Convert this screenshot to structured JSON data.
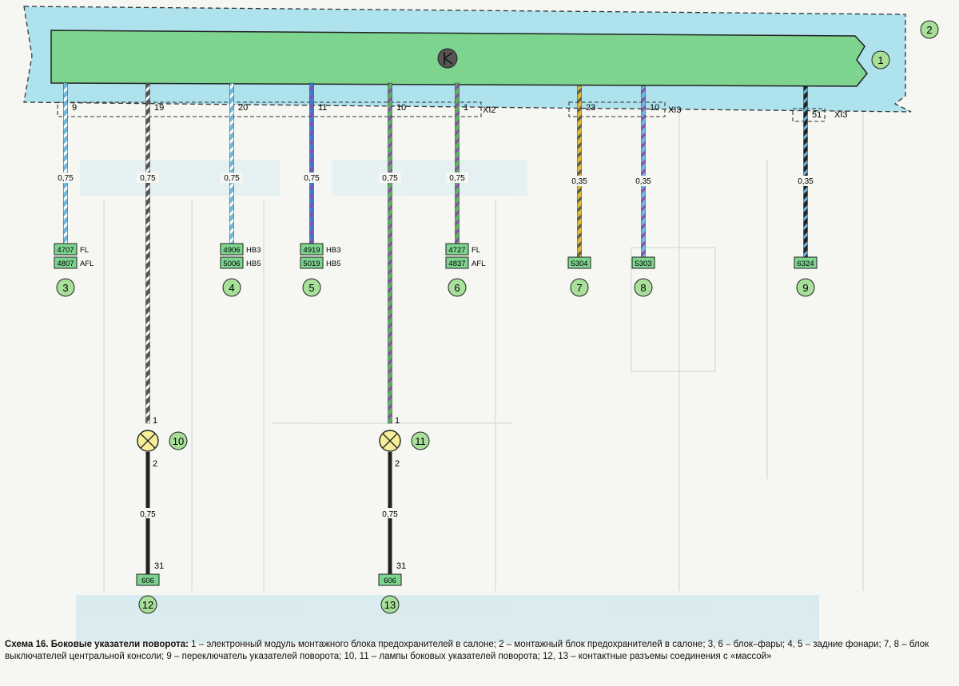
{
  "diagram": {
    "block_label": "1",
    "outer_label": "2",
    "connector_labels": [
      "XI2",
      "XI3",
      "XI3"
    ],
    "wires": [
      {
        "pin": "9",
        "gauge": "0,75",
        "colors": [
          "#6fb9dc",
          "#ffffff"
        ]
      },
      {
        "pin": "19",
        "gauge": "0,75",
        "colors": [
          "#555555",
          "#ffffff"
        ]
      },
      {
        "pin": "20",
        "gauge": "0,75",
        "colors": [
          "#6fb9dc",
          "#ffffff"
        ]
      },
      {
        "pin": "11",
        "gauge": "0,75",
        "colors": [
          "#3a7fd0",
          "#8a4ca8"
        ]
      },
      {
        "pin": "10",
        "gauge": "0,75",
        "colors": [
          "#59b45a",
          "#8a4ca8"
        ]
      },
      {
        "pin": "1",
        "gauge": "0,75",
        "colors": [
          "#59b45a",
          "#8a4ca8"
        ]
      },
      {
        "pin": "23",
        "gauge": "0,35",
        "colors": [
          "#e2bd34",
          "#555555"
        ]
      },
      {
        "pin": "10",
        "gauge": "0,35",
        "colors": [
          "#6fb9dc",
          "#8a4ca8"
        ]
      },
      {
        "pin": "51",
        "gauge": "0,35",
        "colors": [
          "#222222",
          "#6fb9dc"
        ]
      }
    ],
    "terminals": [
      {
        "codes": [
          "4707",
          "4807"
        ],
        "tags": [
          "FL",
          "AFL"
        ],
        "label": "3"
      },
      {
        "codes": [
          "4906",
          "5006"
        ],
        "tags": [
          "HB3",
          "HB5"
        ],
        "label": "4"
      },
      {
        "codes": [
          "4919",
          "5019"
        ],
        "tags": [
          "HB3",
          "HB5"
        ],
        "label": "5"
      },
      {
        "codes": [
          "4727",
          "4837"
        ],
        "tags": [
          "FL",
          "AFL"
        ],
        "label": "6"
      },
      {
        "codes": [
          "5304"
        ],
        "tags": [],
        "label": "7"
      },
      {
        "codes": [
          "5303"
        ],
        "tags": [],
        "label": "8"
      },
      {
        "codes": [
          "6324"
        ],
        "tags": [],
        "label": "9"
      }
    ],
    "lamps": [
      {
        "label": "10",
        "pin_top": "1",
        "pin_bottom": "2",
        "gauge": "0,75",
        "ground_pin": "31",
        "ground_code": "606",
        "ground_label": "12"
      },
      {
        "label": "11",
        "pin_top": "1",
        "pin_bottom": "2",
        "gauge": "0,75",
        "ground_pin": "31",
        "ground_code": "606",
        "ground_label": "13"
      }
    ],
    "colors": {
      "module_fill": "#7dd48f",
      "outer_fill": "#aee3ee",
      "terminal_fill": "#7dd48f",
      "label_circle": "#a8e09a",
      "lamp_fill": "#f7ee9a",
      "ground_wire": "#222222"
    }
  },
  "caption": {
    "title": "Схема 16. Боковые указатели поворота:",
    "text": " 1 – электронный модуль монтажного блока предохранителей в салоне; 2 – монтажный блок предохранителей в салоне; 3, 6 – блок–фары; 4, 5 – задние фонари; 7, 8 – блок выключателей центральной консоли; 9 – переключатель указателей поворота; 10, 11 – лампы боковых указателей поворота; 12, 13 – контактные разъемы соединения с «массой»"
  }
}
